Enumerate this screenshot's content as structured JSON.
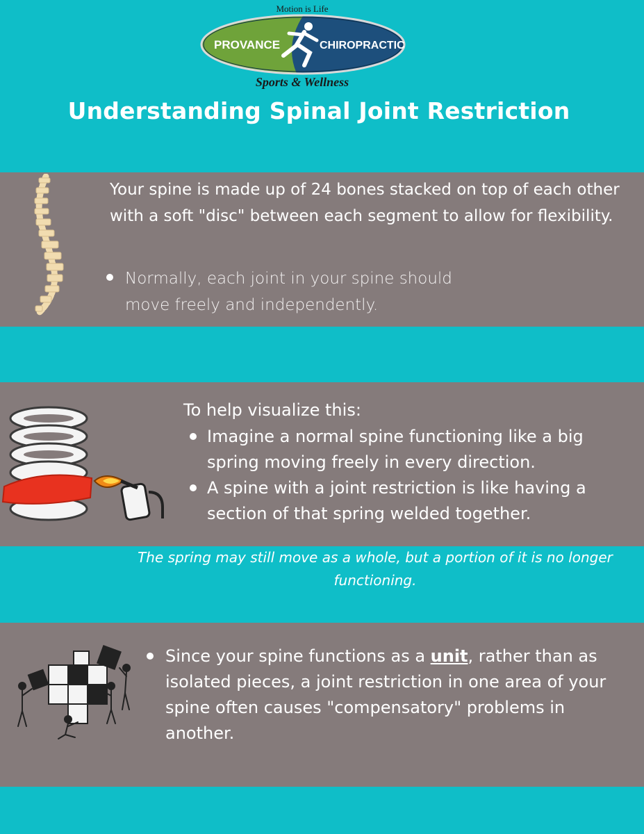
{
  "header": {
    "motto": "Motion is Life",
    "logo_left": "PROVANCE",
    "logo_right": "CHIROPRACTIC",
    "tagline": "Sports & Wellness",
    "title": "Understanding Spinal Joint Restriction"
  },
  "colors": {
    "background": "#0fbec8",
    "band": "#857b7b",
    "logo_green": "#6fa33a",
    "logo_blue": "#1d4f7c",
    "red_band": "#e8321f"
  },
  "section1": {
    "icon": "spine-icon",
    "intro": "Your spine is made up of 24 bones stacked on top of each other with a soft \"disc\" between each segment to allow for flexibility.",
    "bullet": "Normally, each joint in your spine should move freely and independently."
  },
  "section2": {
    "icon": "spring-torch-icon",
    "intro": "To help visualize this:",
    "bullets": [
      "Imagine a normal spine functioning like a big spring moving freely in every direction.",
      " A spine with a joint restriction is like having a section of that spring welded together."
    ],
    "note": "The spring may still move as a whole, but a portion of it is no longer functioning."
  },
  "section3": {
    "icon": "puzzle-team-icon",
    "text_before": "Since your spine functions as a ",
    "text_emphasis": "unit",
    "text_after": ", rather than as isolated pieces, a joint restriction in one area of your spine often causes \"compensatory\" problems in another."
  }
}
